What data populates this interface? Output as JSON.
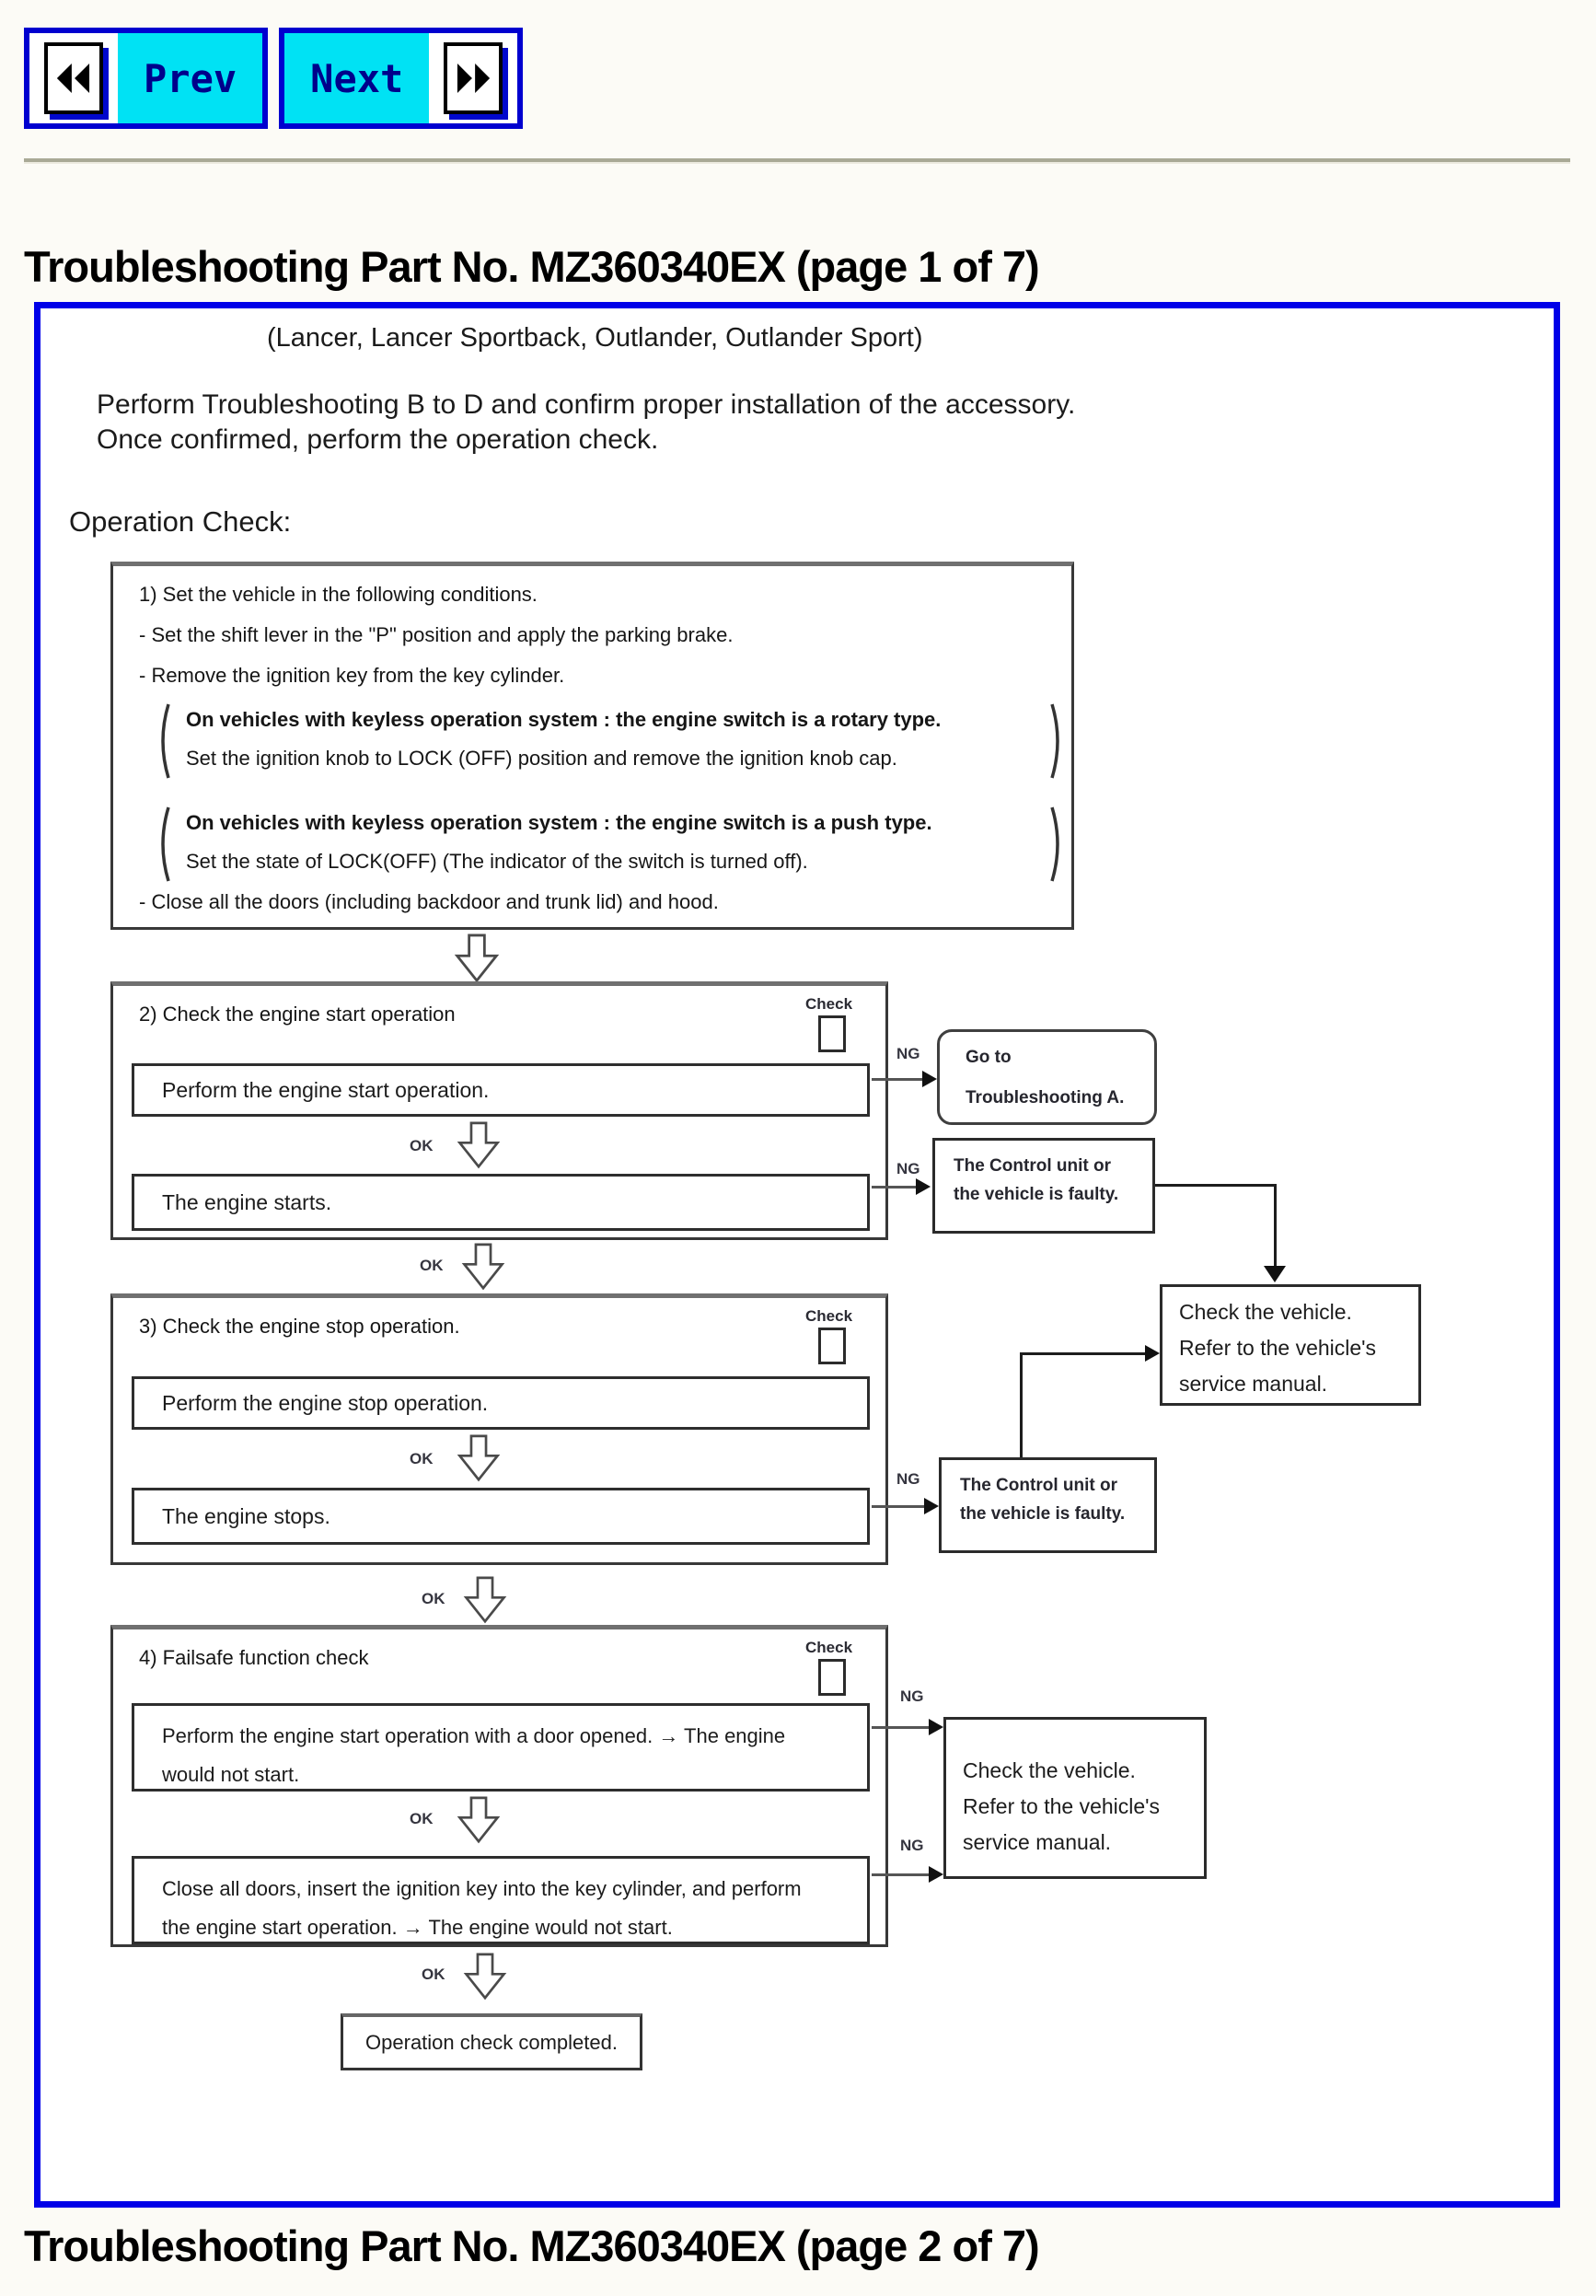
{
  "nav": {
    "prev": "Prev",
    "next": "Next"
  },
  "page1": {
    "title": "Troubleshooting Part No. MZ360340EX (page 1 of 7)"
  },
  "page2": {
    "title": "Troubleshooting Part No. MZ360340EX (page 2 of 7)"
  },
  "intro": {
    "vehicles": "(Lancer, Lancer Sportback, Outlander, Outlander Sport)",
    "line1": "Perform Troubleshooting B to D and confirm proper installation of the accessory.",
    "line2": "Once confirmed, perform the operation check.",
    "section_label": "Operation Check:"
  },
  "labels": {
    "ok": "OK",
    "ng": "NG",
    "check": "Check"
  },
  "step1": {
    "heading": "1) Set the vehicle in the following conditions.",
    "item1": "- Set the shift lever in the \"P\" position and apply the parking brake.",
    "item2": "- Remove the ignition key from the key cylinder.",
    "note1_line1": "On vehicles with keyless operation system : the engine switch is a rotary type.",
    "note1_line2": "Set the ignition knob to LOCK (OFF) position and remove the ignition knob cap.",
    "note2_line1": "On vehicles with keyless operation system : the engine switch is a push type.",
    "note2_line2": "Set the state of LOCK(OFF) (The indicator of the switch is turned off).",
    "item3": "- Close all the doors (including backdoor and trunk lid) and hood."
  },
  "step2": {
    "heading": "2) Check the engine start operation",
    "action": "Perform the engine start operation.",
    "result": "The engine starts."
  },
  "step3": {
    "heading": "3) Check the engine stop operation.",
    "action": "Perform the engine stop operation.",
    "result": "The engine stops."
  },
  "step4": {
    "heading": "4) Failsafe function check",
    "action_line1": "Perform the engine start operation with a door opened. → The engine",
    "action_line2": "would not start.",
    "result_line1": "Close all doors, insert the ignition key into the key cylinder, and perform",
    "result_line2": "the engine start operation. → The engine would not start."
  },
  "outcomes": {
    "goto_line1": "Go to",
    "goto_line2": "Troubleshooting A.",
    "faulty_line1": "The Control unit or",
    "faulty_line2": "the vehicle is faulty.",
    "check_vehicle_line1": "Check the vehicle.",
    "check_vehicle_line2": "Refer to the vehicle's",
    "check_vehicle_line3": "service manual.",
    "completed": "Operation check completed."
  },
  "colors": {
    "accent_blue": "#0000e8",
    "button_cyan": "#00e2f4",
    "button_border_blue": "#0000cf",
    "button_text_navy": "#00008b"
  }
}
